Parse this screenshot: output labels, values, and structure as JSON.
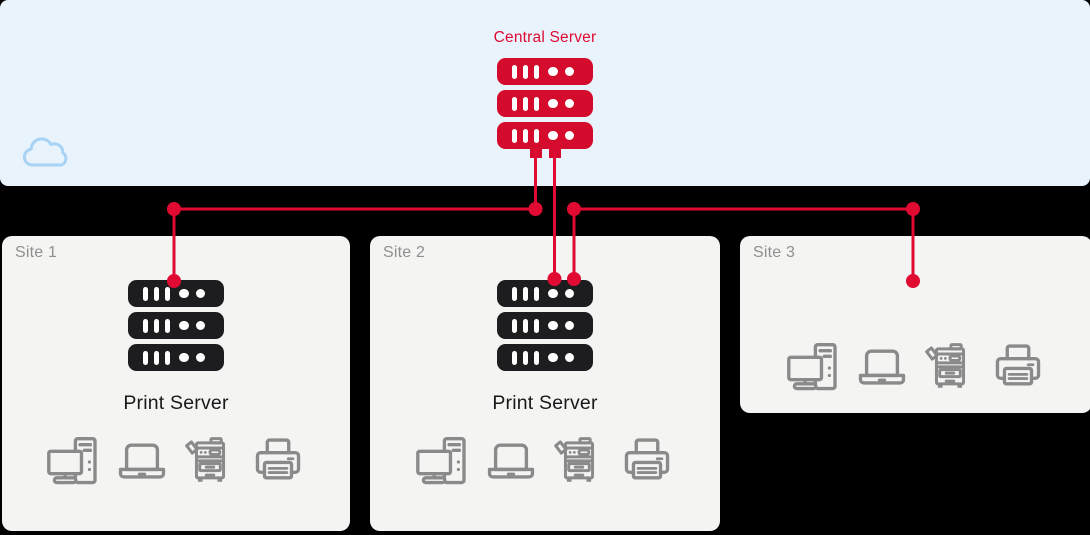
{
  "diagram": {
    "cloud": {
      "icon": "cloud-icon"
    },
    "central_server": {
      "label": "Central Server",
      "icon": "server-stack-icon",
      "color": "#d40b2c"
    },
    "connections": {
      "color": "#e00a33",
      "links": [
        "central-server to site-1 print-server",
        "central-server to site-2 print-server",
        "site-2 print-server to site-3 devices"
      ]
    },
    "sites": [
      {
        "label": "Site 1",
        "print_server": {
          "label": "Print Server",
          "icon": "server-stack-icon",
          "color": "#1d1d1f"
        },
        "devices": [
          "desktop-pc-icon",
          "laptop-icon",
          "copier-icon",
          "printer-icon"
        ]
      },
      {
        "label": "Site 2",
        "print_server": {
          "label": "Print Server",
          "icon": "server-stack-icon",
          "color": "#1d1d1f"
        },
        "devices": [
          "desktop-pc-icon",
          "laptop-icon",
          "copier-icon",
          "printer-icon"
        ]
      },
      {
        "label": "Site 3",
        "print_server": null,
        "devices": [
          "desktop-pc-icon",
          "laptop-icon",
          "copier-icon",
          "printer-icon"
        ]
      }
    ],
    "colors": {
      "background": "#000000",
      "cloud_band": "#e8f3fc",
      "cloud_outline": "#a9d3f5",
      "server_red": "#d40b2c",
      "wire_red": "#e00a33",
      "label_red": "#df0a32",
      "server_black": "#1d1d1f",
      "card_background": "#f4f4f3",
      "site_label_gray": "#8f8f8f",
      "device_icon_gray": "#8a8a8a",
      "print_server_text": "#191919"
    }
  }
}
